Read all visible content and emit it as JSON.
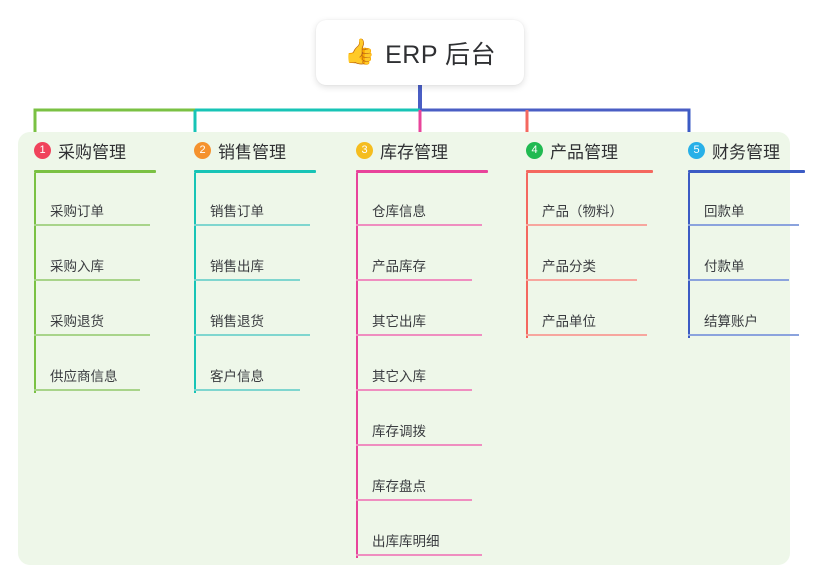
{
  "root": {
    "icon": "thumbs-up-icon",
    "icon_glyph": "👍",
    "title": "ERP 后台"
  },
  "palette": {
    "panel_background": "#eef7e9",
    "page_background": "#ffffff",
    "center_connector": "#4a5ec4",
    "text": "#2f3033"
  },
  "columns": [
    {
      "number": "1",
      "title": "采购管理",
      "badge_color": "#f0435c",
      "line_color": "#7ac143",
      "item_line_color": "#a8d48a",
      "items": [
        "采购订单",
        "采购入库",
        "采购退货",
        "供应商信息"
      ]
    },
    {
      "number": "2",
      "title": "销售管理",
      "badge_color": "#f5922e",
      "line_color": "#17c4b6",
      "item_line_color": "#7fd6cf",
      "items": [
        "销售订单",
        "销售出库",
        "销售退货",
        "客户信息"
      ]
    },
    {
      "number": "3",
      "title": "库存管理",
      "badge_color": "#f5bd1f",
      "line_color": "#e8449b",
      "item_line_color": "#ef8ec0",
      "items": [
        "仓库信息",
        "产品库存",
        "其它出库",
        "其它入库",
        "库存调拨",
        "库存盘点",
        "出库库明细"
      ]
    },
    {
      "number": "4",
      "title": "产品管理",
      "badge_color": "#21ba52",
      "line_color": "#f4685f",
      "item_line_color": "#f7a69e",
      "items": [
        "产品（物料）",
        "产品分类",
        "产品单位"
      ]
    },
    {
      "number": "5",
      "title": "财务管理",
      "badge_color": "#28b0e8",
      "line_color": "#3b5bc4",
      "item_line_color": "#8ba3dd",
      "items": [
        "回款单",
        "付款单",
        "结算账户"
      ]
    }
  ]
}
